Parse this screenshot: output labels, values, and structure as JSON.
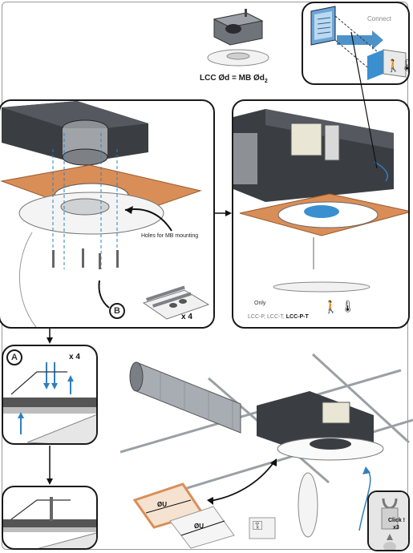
{
  "top_formula": "LCC Ød = MB Ød",
  "top_formula_sub": "2",
  "connect_label": "Connect",
  "holes_label": "Holes for MB mounting",
  "callout_b": "B",
  "callout_b_qty": "x 4",
  "only_label": "Only",
  "models": {
    "p": "LCC-P,",
    "t": "LCC-T,",
    "pt": "LCC-P-T"
  },
  "callout_a": "A",
  "callout_a_qty": "x 4",
  "dim_u1": "ØU",
  "dim_u2": "ØU",
  "click_label": "Click !",
  "click_qty": "x3",
  "colors": {
    "wood": "#d98e58",
    "duct": "#7a7f86",
    "box": "#3a3d42",
    "accent": "#2f7fc1",
    "outline": "#1a1a1a"
  }
}
